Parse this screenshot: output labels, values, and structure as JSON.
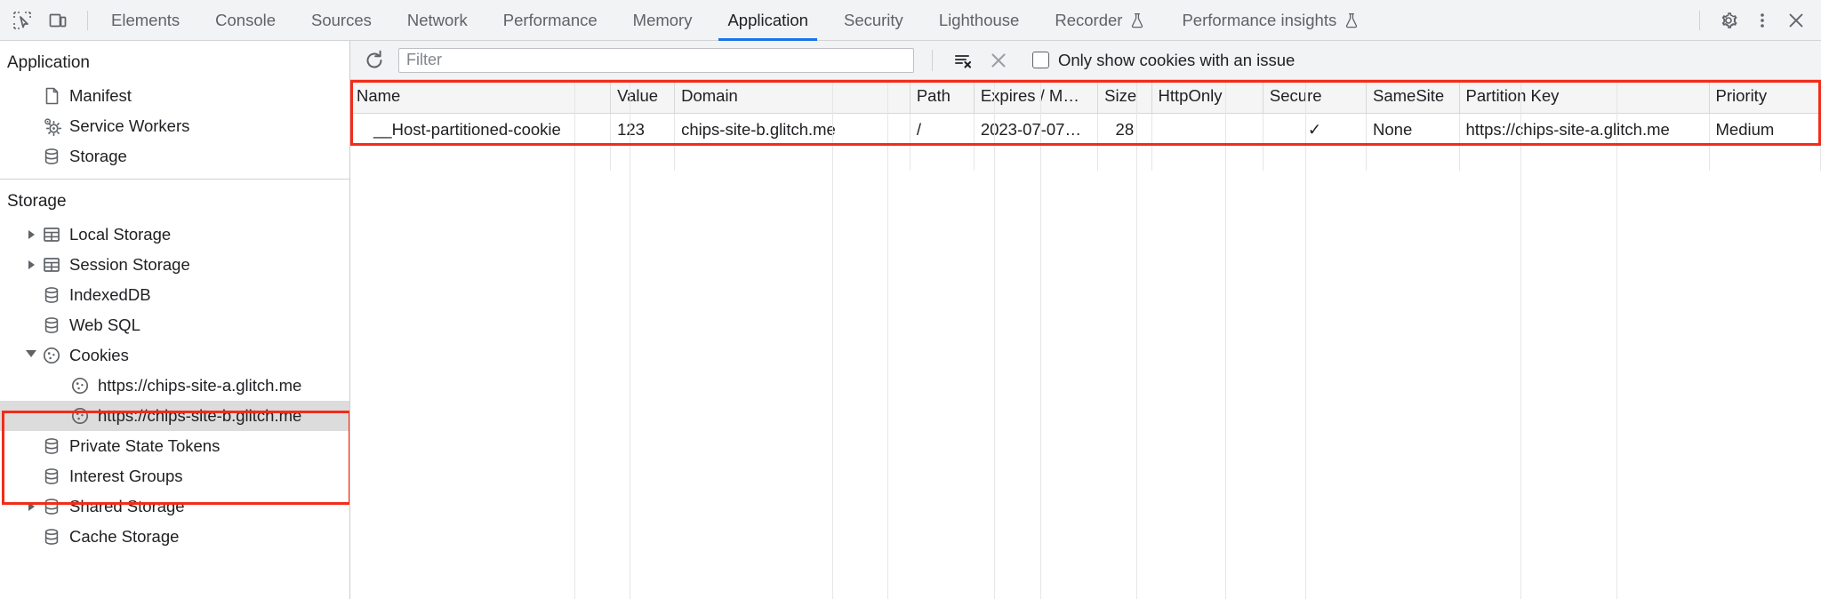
{
  "accent_color": "#1a73e8",
  "annotation_color": "#f22c18",
  "toolbar_icons": {
    "inspect": "inspect-element-icon",
    "device": "device-toolbar-icon",
    "settings": "gear-icon",
    "more": "more-options-icon",
    "close": "close-icon"
  },
  "tabs": [
    {
      "label": "Elements",
      "selected": false,
      "experimental": false
    },
    {
      "label": "Console",
      "selected": false,
      "experimental": false
    },
    {
      "label": "Sources",
      "selected": false,
      "experimental": false
    },
    {
      "label": "Network",
      "selected": false,
      "experimental": false
    },
    {
      "label": "Performance",
      "selected": false,
      "experimental": false
    },
    {
      "label": "Memory",
      "selected": false,
      "experimental": false
    },
    {
      "label": "Application",
      "selected": true,
      "experimental": false
    },
    {
      "label": "Security",
      "selected": false,
      "experimental": false
    },
    {
      "label": "Lighthouse",
      "selected": false,
      "experimental": false
    },
    {
      "label": "Recorder",
      "selected": false,
      "experimental": true
    },
    {
      "label": "Performance insights",
      "selected": false,
      "experimental": true
    }
  ],
  "sidebar": {
    "sections": [
      {
        "title": "Application",
        "items": [
          {
            "label": "Manifest",
            "icon": "document-icon",
            "twisty": "none",
            "indent": 1,
            "selected": false
          },
          {
            "label": "Service Workers",
            "icon": "gears-icon",
            "twisty": "none",
            "indent": 1,
            "selected": false
          },
          {
            "label": "Storage",
            "icon": "database-icon",
            "twisty": "none",
            "indent": 1,
            "selected": false
          }
        ]
      },
      {
        "title": "Storage",
        "items": [
          {
            "label": "Local Storage",
            "icon": "table-icon",
            "twisty": "closed",
            "indent": 1,
            "selected": false
          },
          {
            "label": "Session Storage",
            "icon": "table-icon",
            "twisty": "closed",
            "indent": 1,
            "selected": false
          },
          {
            "label": "IndexedDB",
            "icon": "database-icon",
            "twisty": "none",
            "indent": 1,
            "selected": false
          },
          {
            "label": "Web SQL",
            "icon": "database-icon",
            "twisty": "none",
            "indent": 1,
            "selected": false
          },
          {
            "label": "Cookies",
            "icon": "cookie-icon",
            "twisty": "open",
            "indent": 1,
            "selected": false
          },
          {
            "label": "https://chips-site-a.glitch.me",
            "icon": "cookie-icon",
            "twisty": "none",
            "indent": 2,
            "selected": false
          },
          {
            "label": "https://chips-site-b.glitch.me",
            "icon": "cookie-icon",
            "twisty": "none",
            "indent": 2,
            "selected": true
          },
          {
            "label": "Private State Tokens",
            "icon": "database-icon",
            "twisty": "none",
            "indent": 1,
            "selected": false
          },
          {
            "label": "Interest Groups",
            "icon": "database-icon",
            "twisty": "none",
            "indent": 1,
            "selected": false
          },
          {
            "label": "Shared Storage",
            "icon": "database-icon",
            "twisty": "closed",
            "indent": 1,
            "selected": false
          },
          {
            "label": "Cache Storage",
            "icon": "database-icon",
            "twisty": "none",
            "indent": 1,
            "selected": false
          }
        ]
      }
    ]
  },
  "panel_toolbar": {
    "refresh_icon": "refresh-icon",
    "filter_placeholder": "Filter",
    "filter_value": "",
    "clear_filter_icon": "clear-filter-icon",
    "clear_all_icon": "clear-all-icon",
    "issue_checkbox_label": "Only show cookies with an issue",
    "issue_checkbox_checked": false
  },
  "cookie_table": {
    "columns": [
      "Name",
      "Value",
      "Domain",
      "Path",
      "Expires / M…",
      "Size",
      "HttpOnly",
      "Secure",
      "SameSite",
      "Partition Key",
      "Priority"
    ],
    "rows": [
      {
        "Name": "__Host-partitioned-cookie",
        "Value": "123",
        "Domain": "chips-site-b.glitch.me",
        "Path": "/",
        "Expires / M…": "2023-07-07…",
        "Size": "28",
        "HttpOnly": "",
        "Secure": "✓",
        "SameSite": "None",
        "Partition Key": "https://chips-site-a.glitch.me",
        "Priority": "Medium"
      }
    ]
  }
}
